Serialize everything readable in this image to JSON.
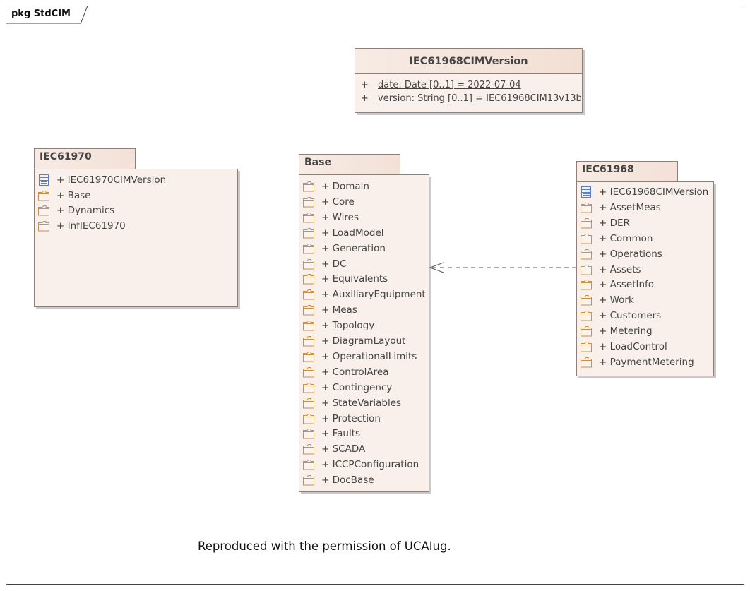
{
  "frame": {
    "label": "pkg StdCIM"
  },
  "version_class": {
    "title": "IEC61968CIMVersion",
    "attributes": [
      {
        "visibility": "+",
        "text": "date: Date [0..1] = 2022-07-04"
      },
      {
        "visibility": "+",
        "text": "version: String [0..1] = IEC61968CIM13v13b"
      }
    ]
  },
  "packages": {
    "iec61970": {
      "name": "IEC61970",
      "items": [
        {
          "icon": "class-icon",
          "label": "+ IEC61970CIMVersion"
        },
        {
          "icon": "folder-icon",
          "label": "+ Base"
        },
        {
          "icon": "folder-icon",
          "label": "+ Dynamics"
        },
        {
          "icon": "folder-icon",
          "label": "+ InfIEC61970"
        }
      ]
    },
    "base": {
      "name": "Base",
      "items": [
        {
          "icon": "folder-icon",
          "label": "+ Domain"
        },
        {
          "icon": "folder-icon",
          "label": "+ Core"
        },
        {
          "icon": "folder-icon",
          "label": "+ Wires"
        },
        {
          "icon": "folder-icon",
          "label": "+ LoadModel"
        },
        {
          "icon": "folder-icon",
          "label": "+ Generation"
        },
        {
          "icon": "folder-icon",
          "label": "+ DC"
        },
        {
          "icon": "folder-icon",
          "label": "+ Equivalents"
        },
        {
          "icon": "folder-icon",
          "label": "+ AuxiliaryEquipment"
        },
        {
          "icon": "folder-icon",
          "label": "+ Meas"
        },
        {
          "icon": "folder-icon",
          "label": "+ Topology"
        },
        {
          "icon": "folder-icon",
          "label": "+ DiagramLayout"
        },
        {
          "icon": "folder-icon",
          "label": "+ OperationalLimits"
        },
        {
          "icon": "folder-icon",
          "label": "+ ControlArea"
        },
        {
          "icon": "folder-icon",
          "label": "+ Contingency"
        },
        {
          "icon": "folder-icon",
          "label": "+ StateVariables"
        },
        {
          "icon": "folder-icon",
          "label": "+ Protection"
        },
        {
          "icon": "folder-icon",
          "label": "+ Faults"
        },
        {
          "icon": "folder-icon",
          "label": "+ SCADA"
        },
        {
          "icon": "folder-icon",
          "label": "+ ICCPConfiguration"
        },
        {
          "icon": "folder-icon",
          "label": "+ DocBase"
        }
      ]
    },
    "iec61968": {
      "name": "IEC61968",
      "items": [
        {
          "icon": "class-icon",
          "label": "+ IEC61968CIMVersion"
        },
        {
          "icon": "folder-icon",
          "label": "+ AssetMeas"
        },
        {
          "icon": "folder-icon",
          "label": "+ DER"
        },
        {
          "icon": "folder-icon",
          "label": "+ Common"
        },
        {
          "icon": "folder-icon",
          "label": "+ Operations"
        },
        {
          "icon": "folder-icon",
          "label": "+ Assets"
        },
        {
          "icon": "folder-icon",
          "label": "+ AssetInfo"
        },
        {
          "icon": "folder-icon",
          "label": "+ Work"
        },
        {
          "icon": "folder-icon",
          "label": "+ Customers"
        },
        {
          "icon": "folder-icon",
          "label": "+ Metering"
        },
        {
          "icon": "folder-icon",
          "label": "+ LoadControl"
        },
        {
          "icon": "folder-icon",
          "label": "+ PaymentMetering"
        }
      ]
    }
  },
  "dependency": {
    "from": "IEC61968",
    "to": "Base",
    "style": "dashed"
  },
  "caption": "Reproduced with the permission of UCAIug.",
  "colors": {
    "package_fill": "#f9f0eb",
    "package_border": "#8f7f7a",
    "folder_stroke": "#c8914e",
    "class_icon": "#5d7fc0"
  }
}
